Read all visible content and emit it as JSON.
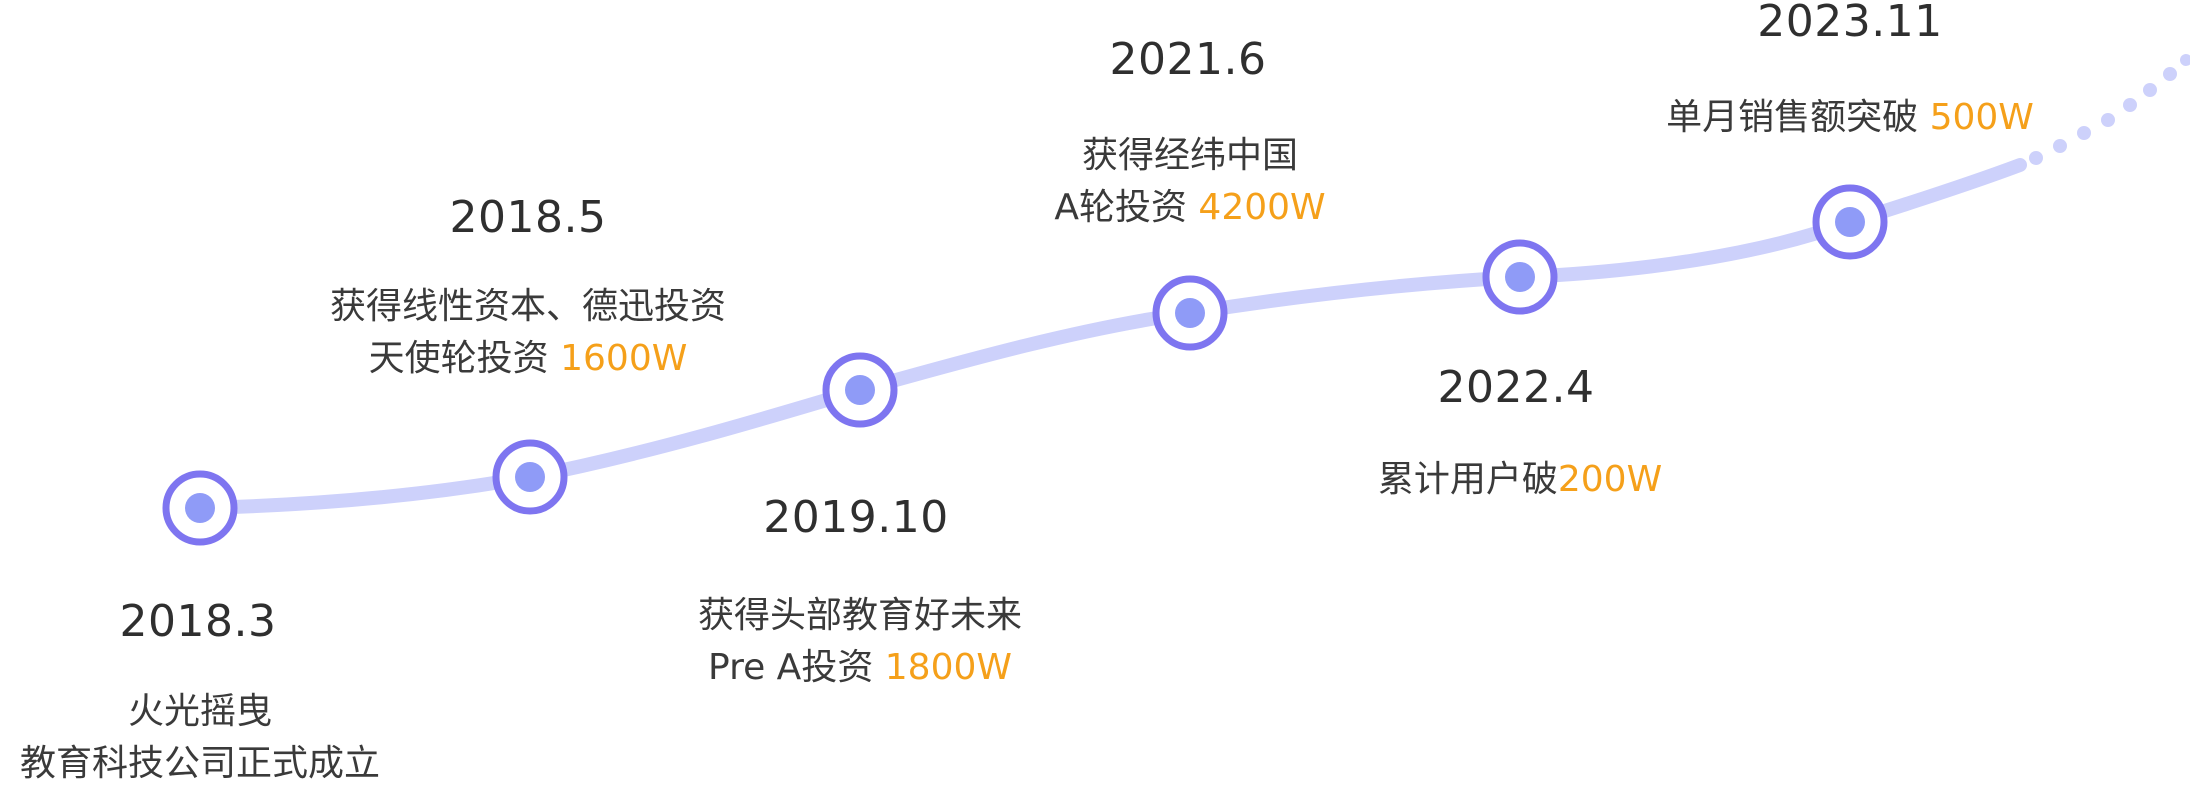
{
  "colors": {
    "line": "#cdd1fb",
    "ring": "#7e75f0",
    "dot": "#8f9bf7",
    "highlight": "#f5a01a",
    "text": "#333333"
  },
  "milestones": [
    {
      "date": "2018.3",
      "line1": "火光摇曳",
      "line2": "教育科技公司正式成立",
      "line2_highlight": ""
    },
    {
      "date": "2018.5",
      "line1": "获得线性资本、德迅投资",
      "line2": "天使轮投资 ",
      "line2_highlight": "1600W"
    },
    {
      "date": "2019.10",
      "line1": "获得头部教育好未来",
      "line2": "Pre A投资 ",
      "line2_highlight": "1800W"
    },
    {
      "date": "2021.6",
      "line1": "获得经纬中国",
      "line2": "A轮投资 ",
      "line2_highlight": "4200W"
    },
    {
      "date": "2022.4",
      "line1": "累计用户破",
      "line1_highlight": "200W"
    },
    {
      "date": "2023.11",
      "line1": "单月销售额突破 ",
      "line1_highlight": "500W"
    }
  ]
}
